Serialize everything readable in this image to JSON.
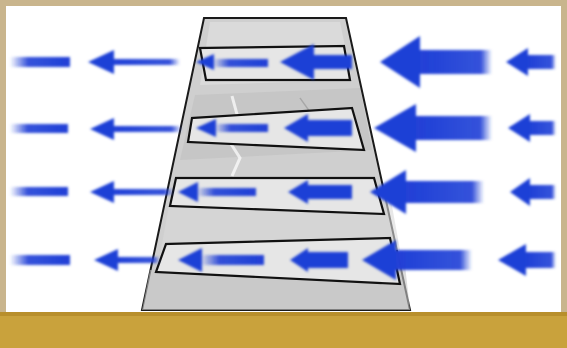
{
  "diagram": {
    "colors": {
      "frame": "#c9b58d",
      "background": "#ffffff",
      "ground": "#c9a23c",
      "tower_fill": "#cfcfcf",
      "tower_outline": "#1a1a1a",
      "opening_fill": "#e6e6e6",
      "arrow": "#1f3fd6"
    },
    "arrow_direction": "left",
    "openings_count": 4,
    "rows_count": 4
  }
}
